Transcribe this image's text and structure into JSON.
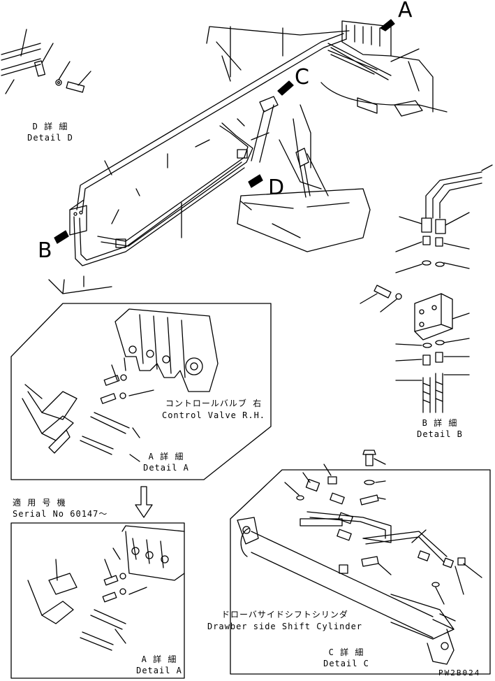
{
  "callouts": {
    "a": "A",
    "b": "B",
    "c": "C",
    "d": "D"
  },
  "labels": {
    "detail_d_jp": "D 詳 細",
    "detail_d_en": "Detail D",
    "control_valve_jp": "コントロールバルブ 右",
    "control_valve_en": "Control Valve R.H.",
    "detail_a_jp": "A 詳 細",
    "detail_a_en": "Detail A",
    "serial_jp": "適 用 号 機",
    "serial_en": "Serial No 60147～",
    "detail_a2_jp": "A 詳 細",
    "detail_a2_en": "Detail A",
    "detail_b_jp": "B 詳 細",
    "detail_b_en": "Detail B",
    "cylinder_jp": "ドローバサイドシフトシリンダ",
    "cylinder_en": "Drawber side Shift Cylinder",
    "detail_c_jp": "C 詳 細",
    "detail_c_en": "Detail C",
    "drawing_code": "PW2B024"
  },
  "colors": {
    "ink": "#000000",
    "paper": "#ffffff"
  }
}
